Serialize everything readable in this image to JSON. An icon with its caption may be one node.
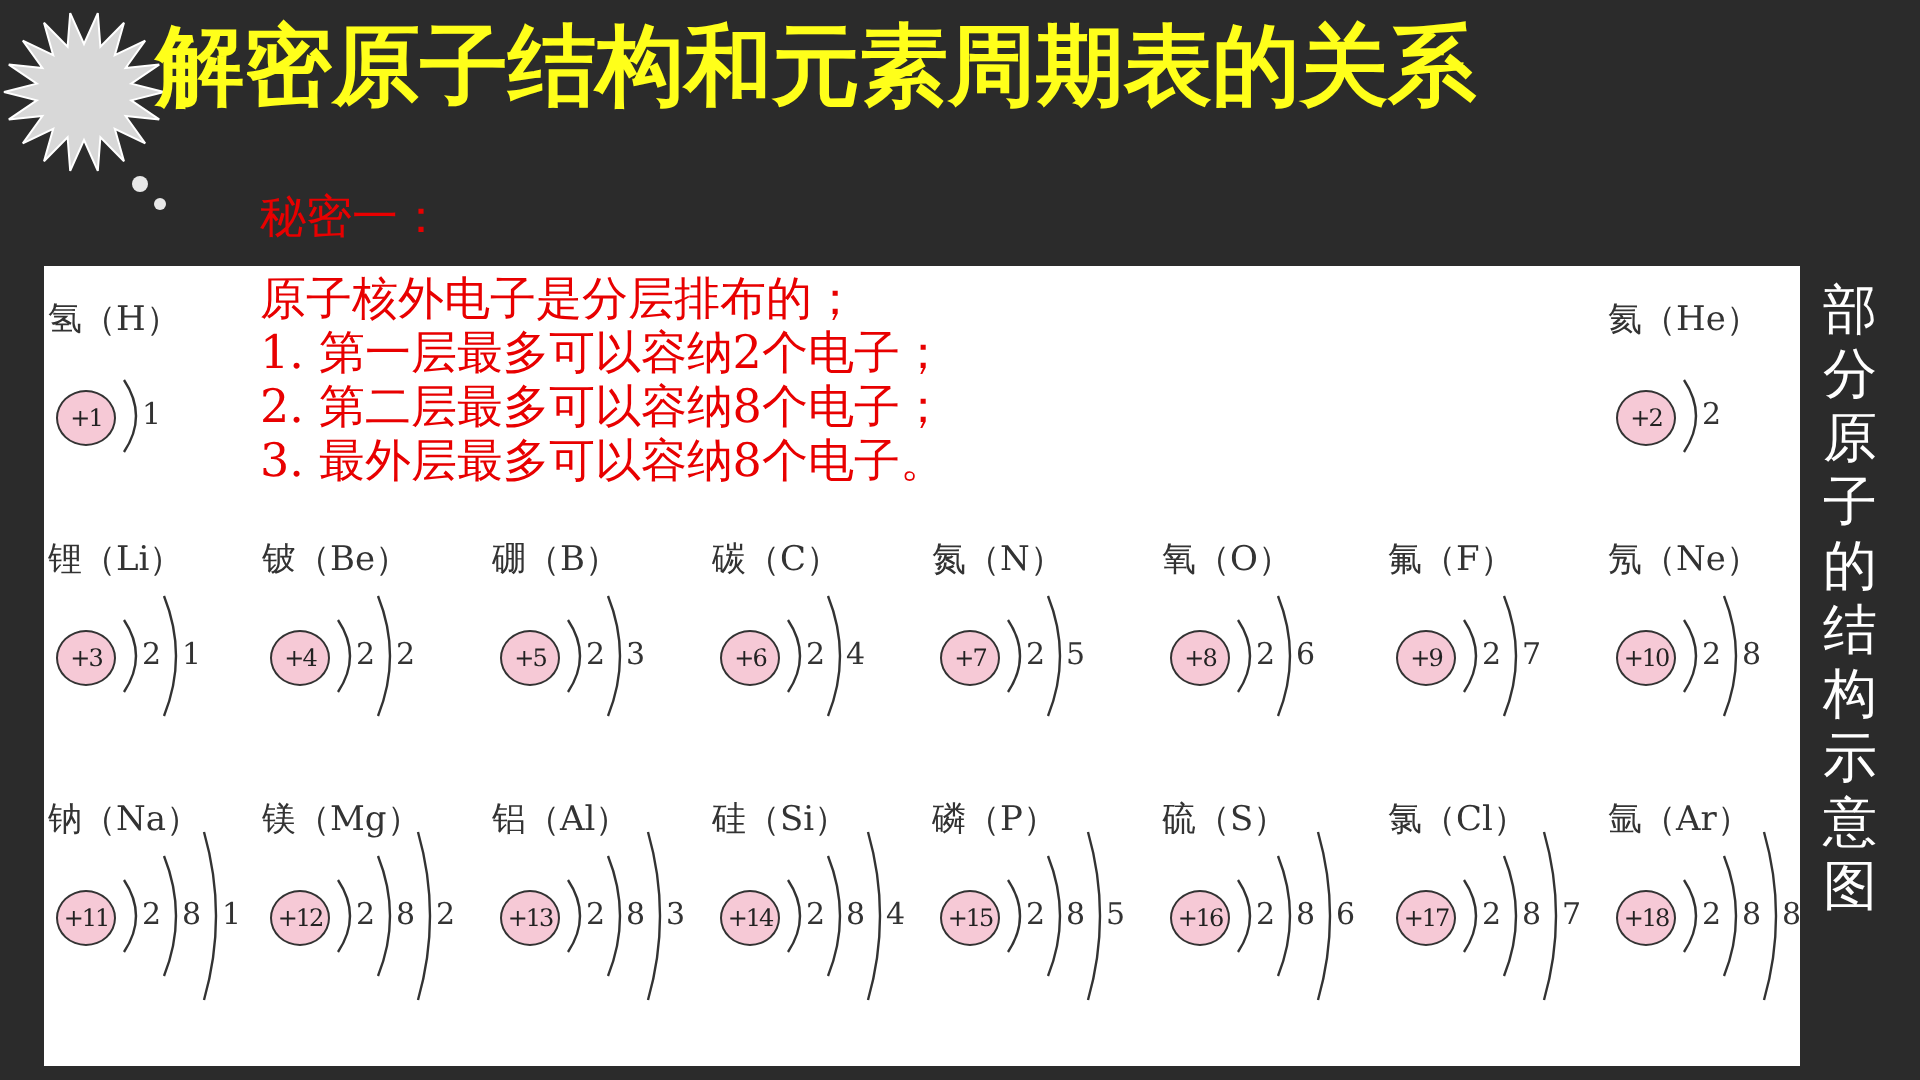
{
  "diagram": {
    "title": "解密原子结构和元素周期表的关系",
    "nodes": [
      {
        "text": [
          "+1"
        ],
        "beside": [
          "氢（H）",
          "1"
        ]
      },
      {
        "text": [
          "+2"
        ],
        "beside": [
          "氦（He）",
          "2"
        ]
      },
      {
        "text": [
          "+3"
        ],
        "beside": [
          "锂（Li）",
          "2",
          "1"
        ]
      },
      {
        "text": [
          "+4"
        ],
        "beside": [
          "铍（Be）",
          "2",
          "2"
        ]
      },
      {
        "text": [
          "+5"
        ],
        "beside": [
          "硼（B）",
          "2",
          "3"
        ]
      },
      {
        "text": [
          "+6"
        ],
        "beside": [
          "碳（C）",
          "2",
          "4"
        ]
      },
      {
        "text": [
          "+7"
        ],
        "beside": [
          "氮（N）",
          "2",
          "5"
        ]
      },
      {
        "text": [
          "+8"
        ],
        "beside": [
          "氧（O）",
          "2",
          "6"
        ]
      },
      {
        "text": [
          "+9"
        ],
        "beside": [
          "氟（F）",
          "2",
          "7"
        ]
      },
      {
        "text": [
          "+10"
        ],
        "beside": [
          "氖（Ne）",
          "2",
          "8"
        ]
      },
      {
        "text": [
          "+11"
        ],
        "beside": [
          "钠（Na）",
          "2",
          "8",
          "1"
        ]
      },
      {
        "text": [
          "+12"
        ],
        "beside": [
          "镁（Mg）",
          "2",
          "8",
          "2"
        ]
      },
      {
        "text": [
          "+13"
        ],
        "beside": [
          "铝（Al）",
          "2",
          "8",
          "3"
        ]
      },
      {
        "text": [
          "+14"
        ],
        "beside": [
          "硅（Si）",
          "2",
          "8",
          "4"
        ]
      },
      {
        "text": [
          "+15"
        ],
        "beside": [
          "磷（P）",
          "2",
          "8",
          "5"
        ]
      },
      {
        "text": [
          "+16"
        ],
        "beside": [
          "硫（S）",
          "2",
          "8",
          "6"
        ]
      },
      {
        "text": [
          "+17"
        ],
        "beside": [
          "氯（Cl）",
          "2",
          "8",
          "7"
        ]
      },
      {
        "text": [
          "+18"
        ],
        "beside": [
          "氩（Ar）",
          "2",
          "8",
          "8"
        ]
      }
    ],
    "labels": [
      "秘密一：",
      "原子核外电子是分层排布的；",
      "1. 第一层最多可以容纳2个电子；",
      "2. 第二层最多可以容纳8个电子；",
      "3. 最外层最多可以容纳8个电子。",
      "部分原子的结构示意图"
    ]
  }
}
